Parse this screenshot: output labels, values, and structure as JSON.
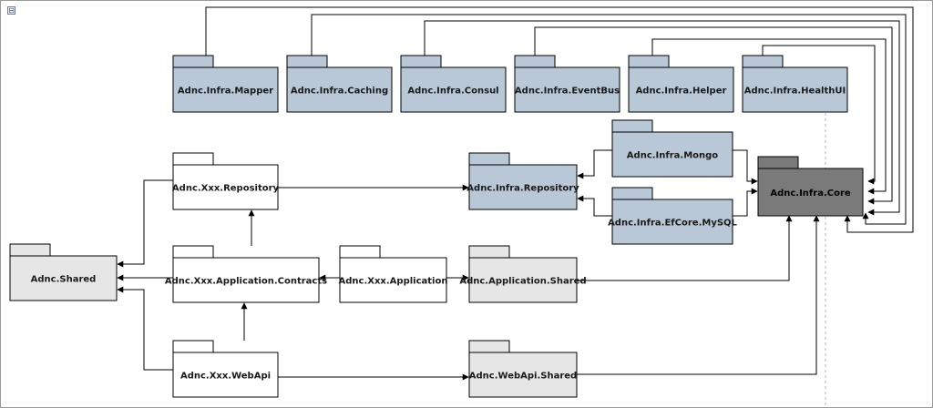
{
  "diagram": {
    "collapse_symbol": "⊟",
    "packages": {
      "mapper": "Adnc.Infra.Mapper",
      "caching": "Adnc.Infra.Caching",
      "consul": "Adnc.Infra.Consul",
      "eventbus": "Adnc.Infra.EventBus",
      "helper": "Adnc.Infra.Helper",
      "healthui": "Adnc.Infra.HealthUI",
      "mongo": "Adnc.Infra.Mongo",
      "efcore": "Adnc.Infra.EfCore.MySQL",
      "repository": "Adnc.Infra.Repository",
      "core": "Adnc.Infra.Core",
      "xxx_repository": "Adnc.Xxx.Repository",
      "shared": "Adnc.Shared",
      "contracts": "Adnc.Xxx.Application.Contracts",
      "application": "Adnc.Xxx.Application",
      "app_shared": "Adnc.Application.Shared",
      "webapi": "Adnc.Xxx.WebApi",
      "webapi_shared": "Adnc.WebApi.Shared"
    },
    "colors": {
      "infra_fill": "#b8c8d6",
      "core_fill": "#7a7a7a",
      "shared_fill": "#e6e6e6",
      "module_fill": "#ffffff",
      "line": "#000000"
    }
  }
}
